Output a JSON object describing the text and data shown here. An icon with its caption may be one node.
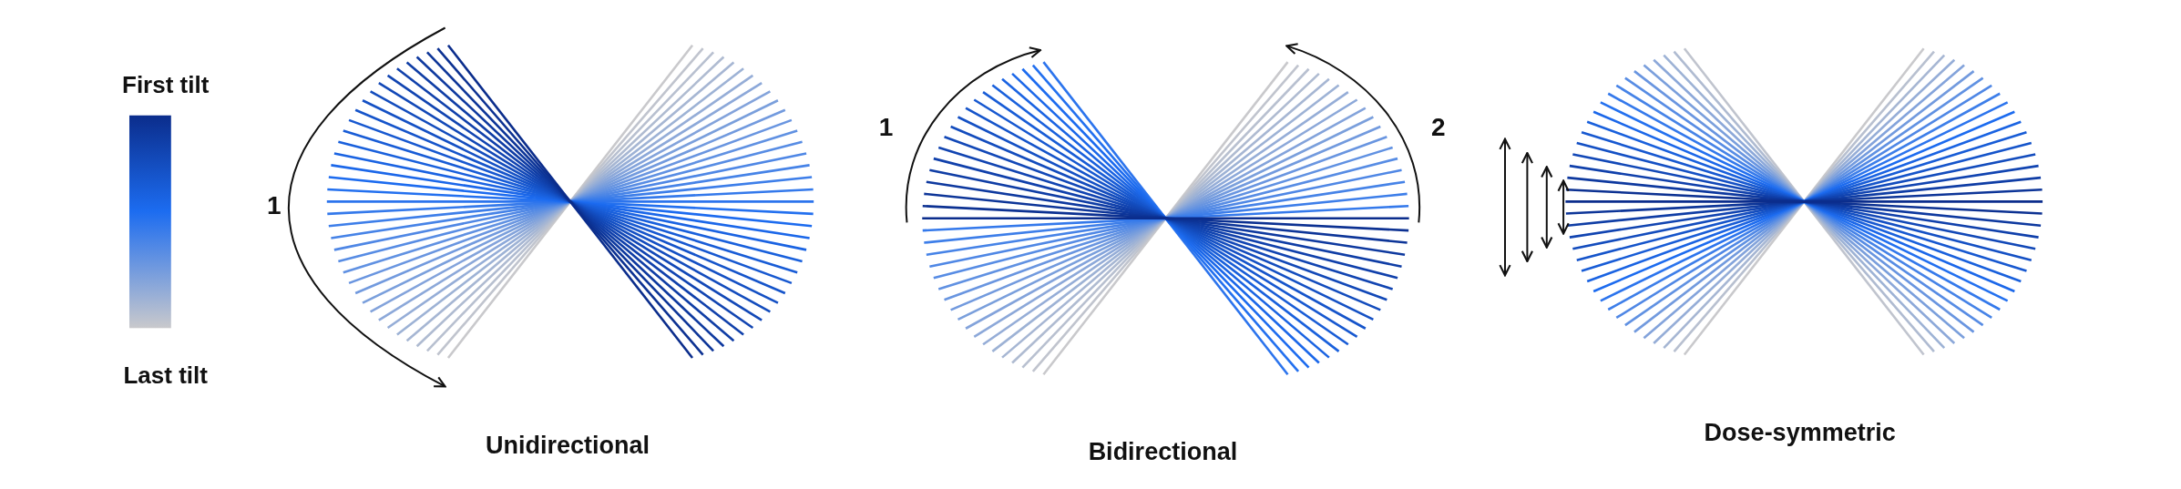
{
  "diagram": {
    "labels": [
      "First tilt",
      "Last tilt",
      "1",
      "Unidirectional",
      "1",
      "2",
      "Bidirectional",
      "Dose-symmetric"
    ]
  }
}
